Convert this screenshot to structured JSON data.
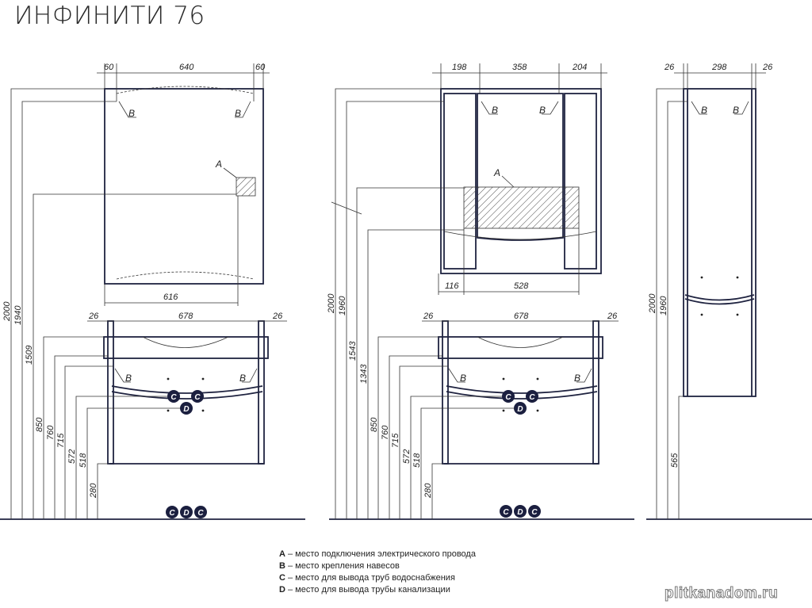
{
  "title": "ИНФИНИТИ 76",
  "left_view": {
    "mirror_top_dims": [
      "60",
      "640",
      "60"
    ],
    "mirror_bottom_dim": "616",
    "vanity_top_dims": [
      "26",
      "678",
      "26"
    ],
    "heights": [
      "2000",
      "1940",
      "1509",
      "850",
      "760",
      "715",
      "572",
      "518",
      "280"
    ]
  },
  "middle_view": {
    "mirror_top_dims": [
      "198",
      "358",
      "204"
    ],
    "mirror_bottom_dims": [
      "116",
      "528"
    ],
    "vanity_top_dims": [
      "26",
      "678",
      "26"
    ],
    "heights": [
      "2000",
      "1960",
      "1543",
      "1343",
      "850",
      "760",
      "715",
      "572",
      "518",
      "280"
    ]
  },
  "right_view": {
    "top_dims": [
      "26",
      "298",
      "26"
    ],
    "heights": [
      "2000",
      "1960",
      "565"
    ]
  },
  "markers": {
    "A": "A",
    "B": "B",
    "C": "C",
    "D": "D"
  },
  "legend": [
    {
      "key": "A",
      "text": " – место подключения электрического провода"
    },
    {
      "key": "B",
      "text": " – место крепления навесов"
    },
    {
      "key": "C",
      "text": " – место для вывода труб водоснабжения"
    },
    {
      "key": "D",
      "text": " – место для вывода трубы канализации"
    }
  ],
  "watermark": "plitkanadom.ru"
}
